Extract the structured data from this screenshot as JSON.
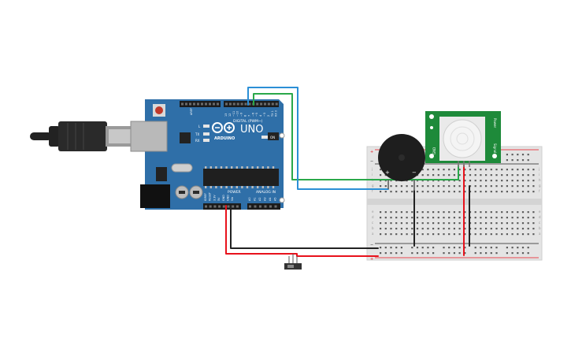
{
  "arduino": {
    "model_label": "UNO",
    "brand_label": "ARDUINO",
    "digital_label": "DIGITAL (PWM~)",
    "power_label": "POWER",
    "analog_label": "ANALOG IN",
    "led_labels": [
      "L",
      "TX",
      "RX"
    ],
    "on_label": "ON",
    "aref_label": "AREF",
    "digital_pins": [
      "13",
      "12",
      "~11",
      "~10",
      "~9",
      "8",
      "7",
      "~6",
      "~5",
      "4",
      "~3",
      "2",
      "TX 1",
      "RX 0"
    ],
    "power_pins": [
      "IOREF",
      "RESET",
      "3.3V",
      "5V",
      "GND",
      "GND",
      "Vin"
    ],
    "analog_pins": [
      "A0",
      "A1",
      "A2",
      "A3",
      "A4",
      "A5"
    ]
  },
  "pir_sensor": {
    "pin_labels": [
      "GND",
      "Signal",
      "Power"
    ]
  },
  "buzzer": {
    "plus_label": "+",
    "minus_label": "−"
  },
  "breadboard": {
    "row_letters_top": [
      "j",
      "i",
      "h",
      "g",
      "f"
    ],
    "row_letters_bottom": [
      "e",
      "d",
      "c",
      "b",
      "a"
    ],
    "rail_plus": "+",
    "rail_minus": "−"
  },
  "colors": {
    "board": "#2f6fa8",
    "board_dark": "#245a8a",
    "pir_board": "#1e8a3a",
    "wire_red": "#e8121c",
    "wire_black": "#222222",
    "wire_green": "#2aa84a",
    "wire_blue": "#2b8fd6"
  }
}
